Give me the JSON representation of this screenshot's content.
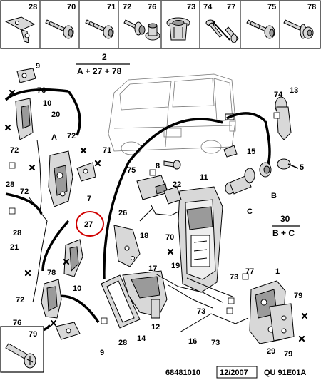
{
  "header_cells": [
    {
      "label": "28",
      "icon": "clip-icon"
    },
    {
      "label": "70",
      "icon": "screw-icon"
    },
    {
      "label": "71",
      "icon": "screw-icon"
    },
    {
      "label": "72",
      "icon": "washer-screw-icon"
    },
    {
      "label": "76",
      "icon": "push-rivet-icon"
    },
    {
      "label": "73",
      "icon": "grommet-icon"
    },
    {
      "label": "74",
      "icon": "pin-icon"
    },
    {
      "label": "77",
      "icon": "rivet-icon"
    },
    {
      "label": "75",
      "icon": "screw-icon"
    },
    {
      "label": "78",
      "icon": "flange-screw-icon"
    }
  ],
  "assemblies": {
    "a_title": "2",
    "a_formula": "A + 27 + 78",
    "b_title": "30",
    "b_formula": "B + C"
  },
  "highlight_label": "27",
  "inset_label": "79",
  "callouts": {
    "c9a": "9",
    "c76a": "76",
    "c10a": "10",
    "c20": "20",
    "c72a": "72",
    "cA": "A",
    "c72b": "72",
    "c71": "71",
    "c7": "7",
    "c28a": "28",
    "c72c": "72",
    "c28b": "28",
    "c21": "21",
    "c78": "78",
    "c72d": "72",
    "c10b": "10",
    "c76b": "76",
    "c9b": "9",
    "c28c": "28",
    "c14": "14",
    "c12": "12",
    "c26": "26",
    "c18": "18",
    "c8": "8",
    "c75": "75",
    "c22": "22",
    "c11": "11",
    "c70": "70",
    "c19": "19",
    "c17": "17",
    "c16": "16",
    "c73a": "73",
    "c73b": "73",
    "c73c": "73",
    "c77": "77",
    "c1": "1",
    "c79a": "79",
    "c79b": "79",
    "c29": "29",
    "c74": "74",
    "c13": "13",
    "c15": "15",
    "c5": "5",
    "cB": "B",
    "cC": "C"
  },
  "footer": {
    "ref": "68481010",
    "date": "12/2007",
    "code": "QU 91E01A"
  }
}
